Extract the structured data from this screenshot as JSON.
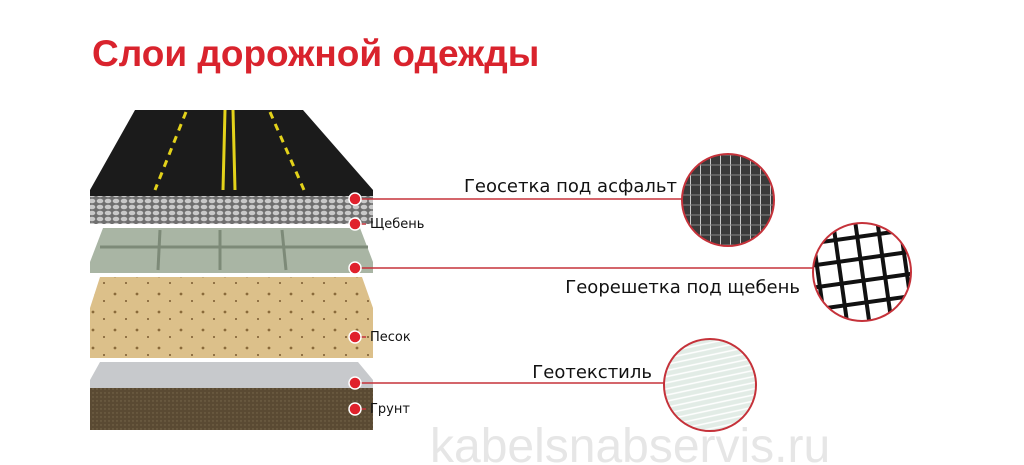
{
  "title": "Слои дорожной одежды",
  "layers": {
    "gravel": "Щебень",
    "sand": "Песок",
    "soil": "Грунт"
  },
  "materials": {
    "geonet": "Геосетка под асфальт",
    "geogrid": "Георешетка под щебень",
    "geotextile": "Геотекстиль"
  },
  "watermark": "kabelsnabservis.ru",
  "colors": {
    "accent": "#d9232d",
    "asphalt": "#1b1b1b",
    "marking": "#e3d21a",
    "sand": "#d9bd85",
    "soil": "#5a4a33"
  }
}
